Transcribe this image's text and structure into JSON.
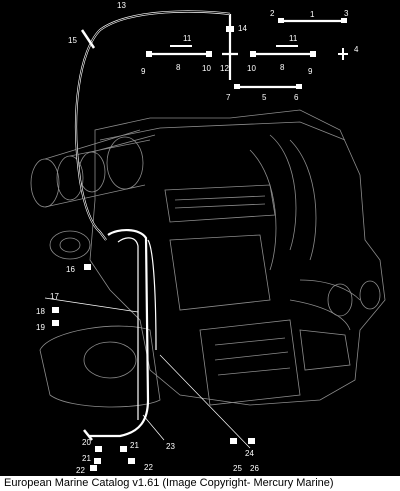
{
  "diagram": {
    "callouts": [
      {
        "id": "1",
        "label": "1"
      },
      {
        "id": "2",
        "label": "2"
      },
      {
        "id": "3",
        "label": "3"
      },
      {
        "id": "4",
        "label": "4"
      },
      {
        "id": "5",
        "label": "5"
      },
      {
        "id": "6",
        "label": "6"
      },
      {
        "id": "7",
        "label": "7"
      },
      {
        "id": "8a",
        "label": "8"
      },
      {
        "id": "8b",
        "label": "8"
      },
      {
        "id": "9a",
        "label": "9"
      },
      {
        "id": "9b",
        "label": "9"
      },
      {
        "id": "10a",
        "label": "10"
      },
      {
        "id": "10b",
        "label": "10"
      },
      {
        "id": "11a",
        "label": "11"
      },
      {
        "id": "11b",
        "label": "11"
      },
      {
        "id": "12",
        "label": "12"
      },
      {
        "id": "13",
        "label": "13"
      },
      {
        "id": "14",
        "label": "14"
      },
      {
        "id": "15",
        "label": "15"
      },
      {
        "id": "16",
        "label": "16"
      },
      {
        "id": "17",
        "label": "17"
      },
      {
        "id": "18",
        "label": "18"
      },
      {
        "id": "19",
        "label": "19"
      },
      {
        "id": "20",
        "label": "20"
      },
      {
        "id": "21a",
        "label": "21"
      },
      {
        "id": "21b",
        "label": "21"
      },
      {
        "id": "22a",
        "label": "22"
      },
      {
        "id": "22b",
        "label": "22"
      },
      {
        "id": "23",
        "label": "23"
      },
      {
        "id": "24",
        "label": "24"
      },
      {
        "id": "25",
        "label": "25"
      },
      {
        "id": "26",
        "label": "26"
      }
    ]
  },
  "caption": "European Marine Catalog v1.61 (Image Copyright- Mercury Marine)",
  "colors": {
    "background": "#000000",
    "lines": "#ffffff",
    "caption_bg": "#ffffff"
  }
}
